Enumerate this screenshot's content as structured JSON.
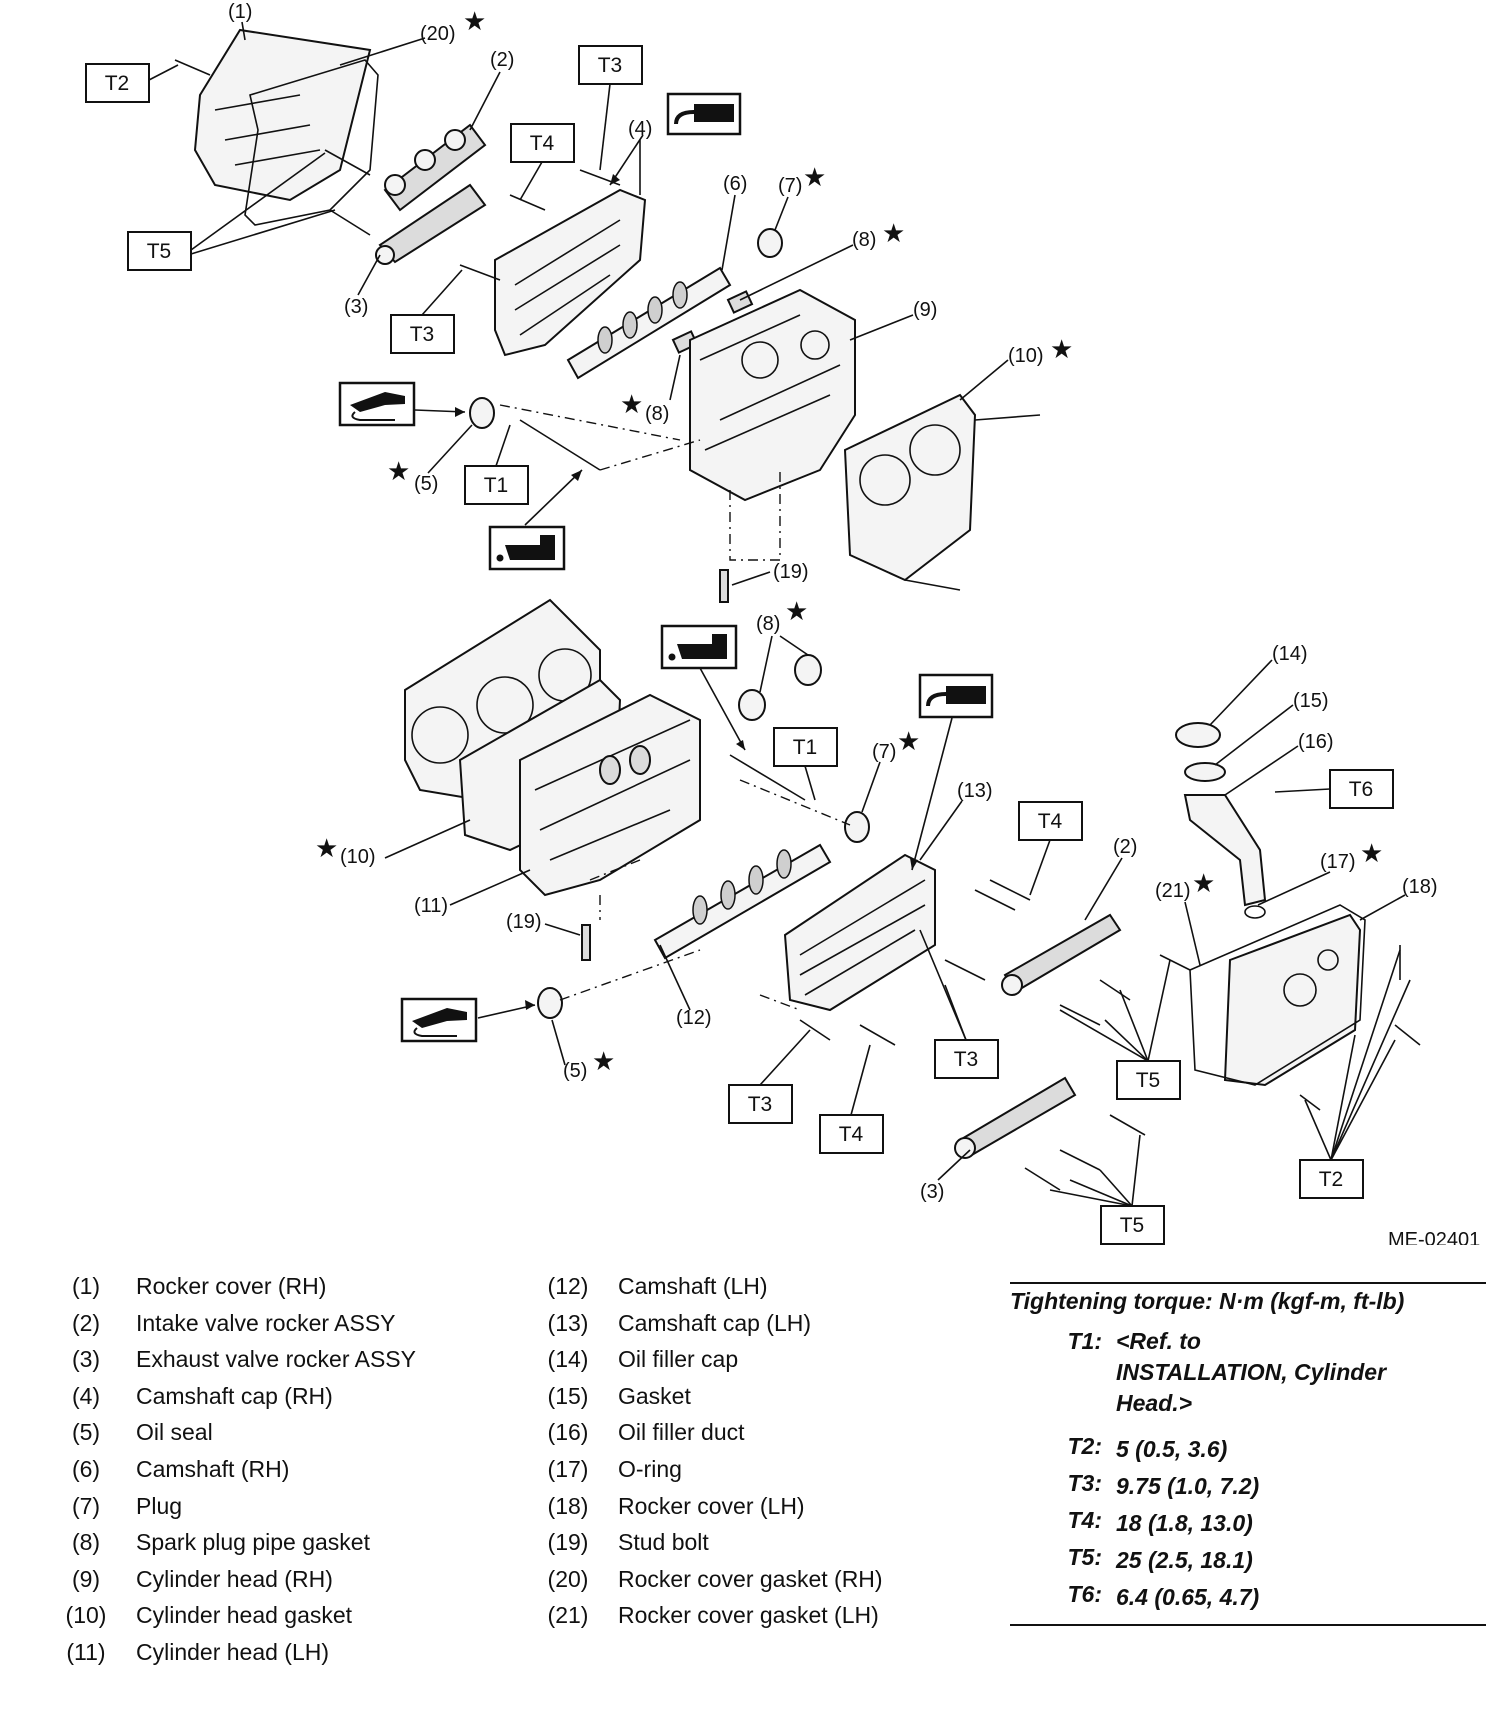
{
  "diagram": {
    "code": "ME-02401",
    "torque_tags": [
      "T1",
      "T2",
      "T3",
      "T4",
      "T5",
      "T6"
    ],
    "callouts": [
      "(1)",
      "(2)",
      "(3)",
      "(4)",
      "(5)",
      "(6)",
      "(7)",
      "(8)",
      "(9)",
      "(10)",
      "(11)",
      "(12)",
      "(13)",
      "(14)",
      "(15)",
      "(16)",
      "(17)",
      "(18)",
      "(19)",
      "(20)",
      "(21)"
    ],
    "star": "★",
    "icons": [
      "liquid-gasket-icon",
      "oil-can-icon",
      "grease-gun-icon"
    ]
  },
  "legend": {
    "left": [
      {
        "n": "(1)",
        "name": "Rocker cover (RH)"
      },
      {
        "n": "(2)",
        "name": "Intake valve rocker ASSY"
      },
      {
        "n": "(3)",
        "name": "Exhaust valve rocker ASSY"
      },
      {
        "n": "(4)",
        "name": "Camshaft cap (RH)"
      },
      {
        "n": "(5)",
        "name": "Oil seal"
      },
      {
        "n": "(6)",
        "name": "Camshaft (RH)"
      },
      {
        "n": "(7)",
        "name": "Plug"
      },
      {
        "n": "(8)",
        "name": "Spark plug pipe gasket"
      },
      {
        "n": "(9)",
        "name": "Cylinder head (RH)"
      },
      {
        "n": "(10)",
        "name": "Cylinder head gasket"
      },
      {
        "n": "(11)",
        "name": "Cylinder head (LH)"
      }
    ],
    "right": [
      {
        "n": "(12)",
        "name": "Camshaft (LH)"
      },
      {
        "n": "(13)",
        "name": "Camshaft cap (LH)"
      },
      {
        "n": "(14)",
        "name": "Oil filler cap"
      },
      {
        "n": "(15)",
        "name": "Gasket"
      },
      {
        "n": "(16)",
        "name": "Oil filler duct"
      },
      {
        "n": "(17)",
        "name": "O-ring"
      },
      {
        "n": "(18)",
        "name": "Rocker cover (LH)"
      },
      {
        "n": "(19)",
        "name": "Stud bolt"
      },
      {
        "n": "(20)",
        "name": "Rocker cover gasket (RH)"
      },
      {
        "n": "(21)",
        "name": "Rocker cover gasket (LH)"
      }
    ]
  },
  "torque": {
    "title": "Tightening torque: N·m (kgf-m, ft-lb)",
    "rows": [
      {
        "k": "T1:",
        "v1": "<Ref. to",
        "v2": "INSTALLATION, Cylinder",
        "v3": "Head.>"
      },
      {
        "k": "T2:",
        "v": "5 (0.5, 3.6)"
      },
      {
        "k": "T3:",
        "v": "9.75 (1.0, 7.2)"
      },
      {
        "k": "T4:",
        "v": "18 (1.8, 13.0)"
      },
      {
        "k": "T5:",
        "v": "25 (2.5, 18.1)"
      },
      {
        "k": "T6:",
        "v": "6.4 (0.65, 4.7)"
      }
    ]
  }
}
